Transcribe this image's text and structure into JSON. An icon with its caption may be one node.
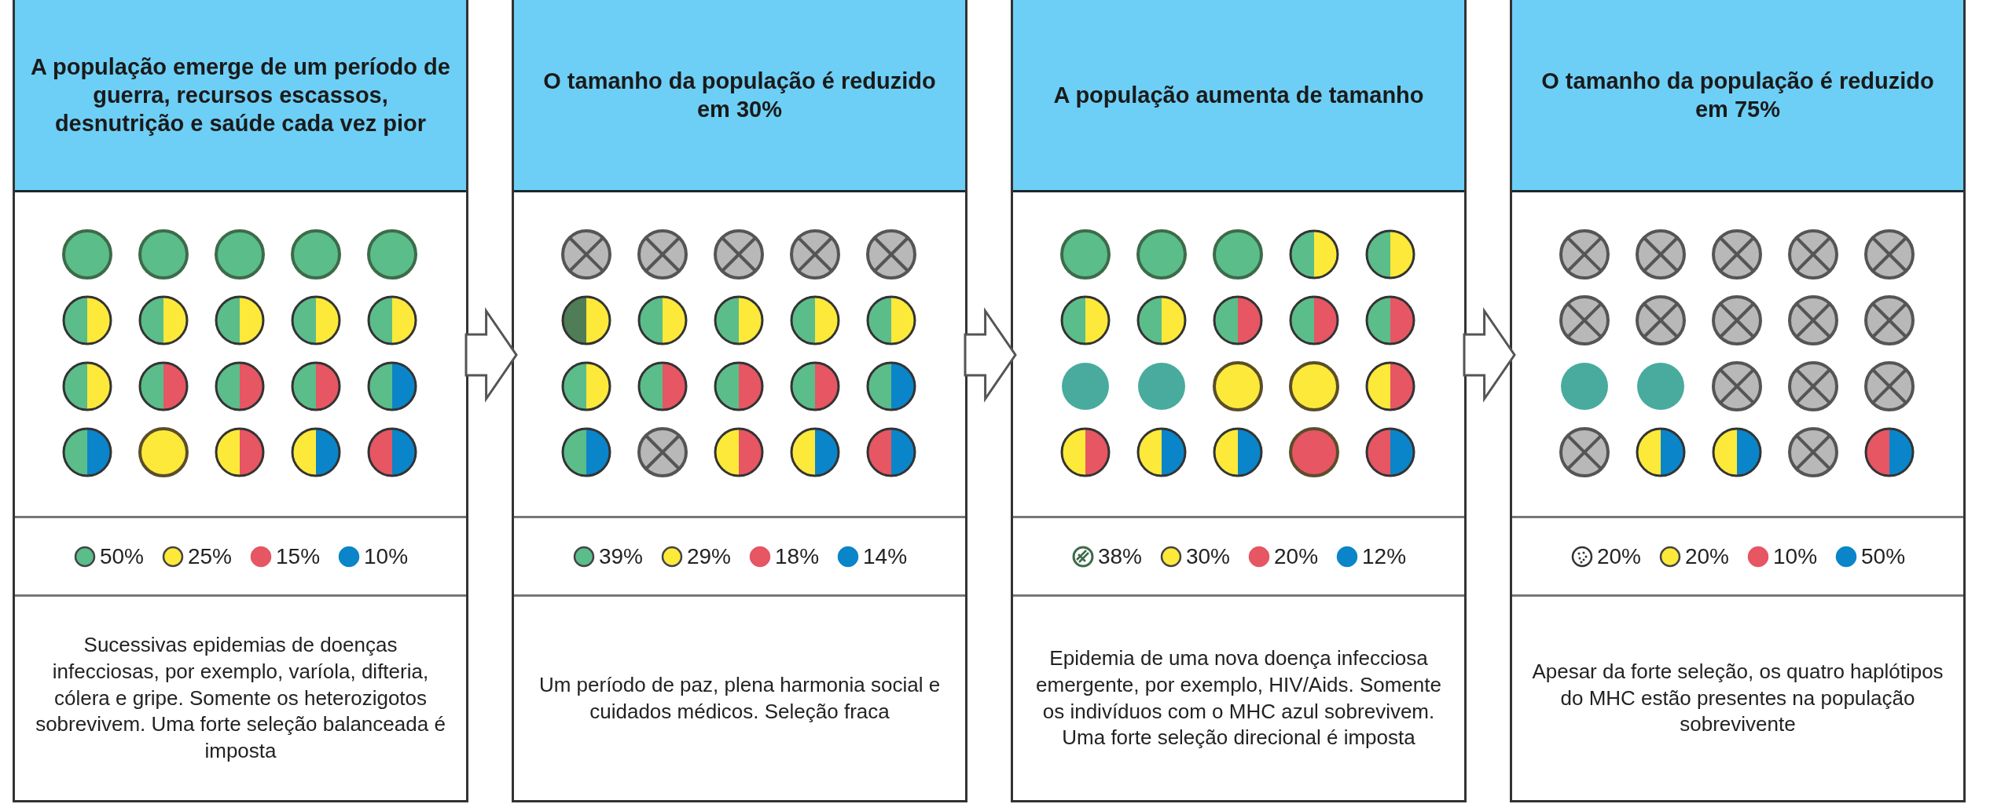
{
  "diagram": {
    "nodes": [
      {
        "text": [
          "A população emerge de um período de guerra, recursos escassos, desnutrição e saúde cada vez pior",
          "Sucessivas epidemias de doenças infecciosas, por exemplo, varíola, difteria, cólera e gripe. Somente os heterozigotos sobrevivem. Uma forte seleção balanceada é imposta"
        ]
      },
      {
        "text": [
          "O tamanho da população é reduzido em 30%",
          "Um período de paz, plena harmonia social e cuidados médicos. Seleção fraca"
        ]
      },
      {
        "text": [
          "A população aumenta de tamanho",
          "Epidemia de uma nova doença infecciosa emergente, por exemplo, HIV/Aids. Somente os indivíduos com o MHC azul sobrevivem. Uma forte seleção direcional é imposta"
        ]
      },
      {
        "text": [
          "O tamanho da população é reduzido em 75%",
          "Apesar da forte seleção, os quatro haplótipos do MHC estão presentes na população sobrevivente"
        ]
      }
    ],
    "edges": [
      {
        "from": 0,
        "to": 1,
        "arrow": "to"
      },
      {
        "from": 1,
        "to": 2,
        "arrow": "to"
      },
      {
        "from": 2,
        "to": 3,
        "arrow": "to"
      }
    ],
    "labels": [
      "50%",
      "25%",
      "15%",
      "10%",
      "39%",
      "29%",
      "18%",
      "14%",
      "38%",
      "30%",
      "20%",
      "12%",
      "20%",
      "20%",
      "10%",
      "50%"
    ]
  }
}
